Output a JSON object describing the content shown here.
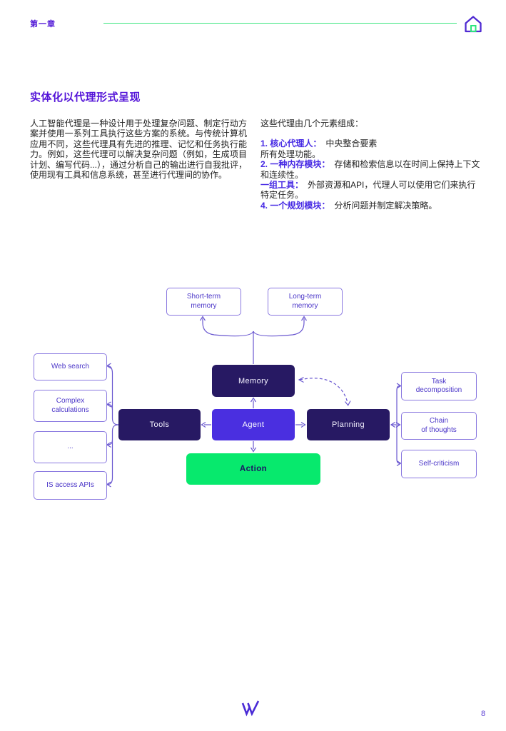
{
  "header": {
    "chapter": "第一章"
  },
  "section": {
    "title": "实体化以代理形式呈现"
  },
  "intro": {
    "left_paragraph": "人工智能代理是一种设计用于处理复杂问题、制定行动方案并使用一系列工具执行这些方案的系统。与传统计算机应用不同，这些代理具有先进的推理、记忆和任务执行能力。例如，这些代理可以解决复杂问题（例如，生成项目计划、编写代码...），通过分析自己的输出进行自我批评，使用现有工具和信息系统，甚至进行代理间的协作。",
    "right_intro": "这些代理由几个元素组成："
  },
  "elements_list": [
    {
      "lead": "1. 核心代理人：",
      "text": "中央整合要素\n所有处理功能。"
    },
    {
      "lead": "2. 一种内存模块：",
      "text": "存储和检索信息以在时间上保持上下文和连续性。"
    },
    {
      "lead": "一组工具：",
      "text": "外部资源和API，代理人可以使用它们来执行特定任务。"
    },
    {
      "lead": "4. 一个规划模块：",
      "text": "分析问题并制定解决策略。"
    }
  ],
  "diagram": {
    "nodes": {
      "short_term": "Short-term\nmemory",
      "long_term": "Long-term\nmemory",
      "memory": "Memory",
      "tools": "Tools",
      "agent": "Agent",
      "planning": "Planning",
      "action": "Action",
      "web_search": "Web search",
      "complex_calculations": "Complex\ncalculations",
      "dots": "...",
      "is_access_apis": "IS access APIs",
      "task_decomposition": "Task\ndecomposition",
      "chain_of_thoughts": "Chain\nof thoughts",
      "self_criticism": "Self-criticism"
    }
  },
  "icons": {
    "home": "home-icon",
    "logo": "w-logo"
  },
  "colors": {
    "purple_title": "#5313d8",
    "purple_list": "#4629e4",
    "dark_node": "#271963",
    "accent_node": "#4a2fe0",
    "action_green": "#07e96d",
    "line_green": "#3be57e",
    "connector": "#6a58d0"
  },
  "footer": {
    "page_number": "8"
  }
}
